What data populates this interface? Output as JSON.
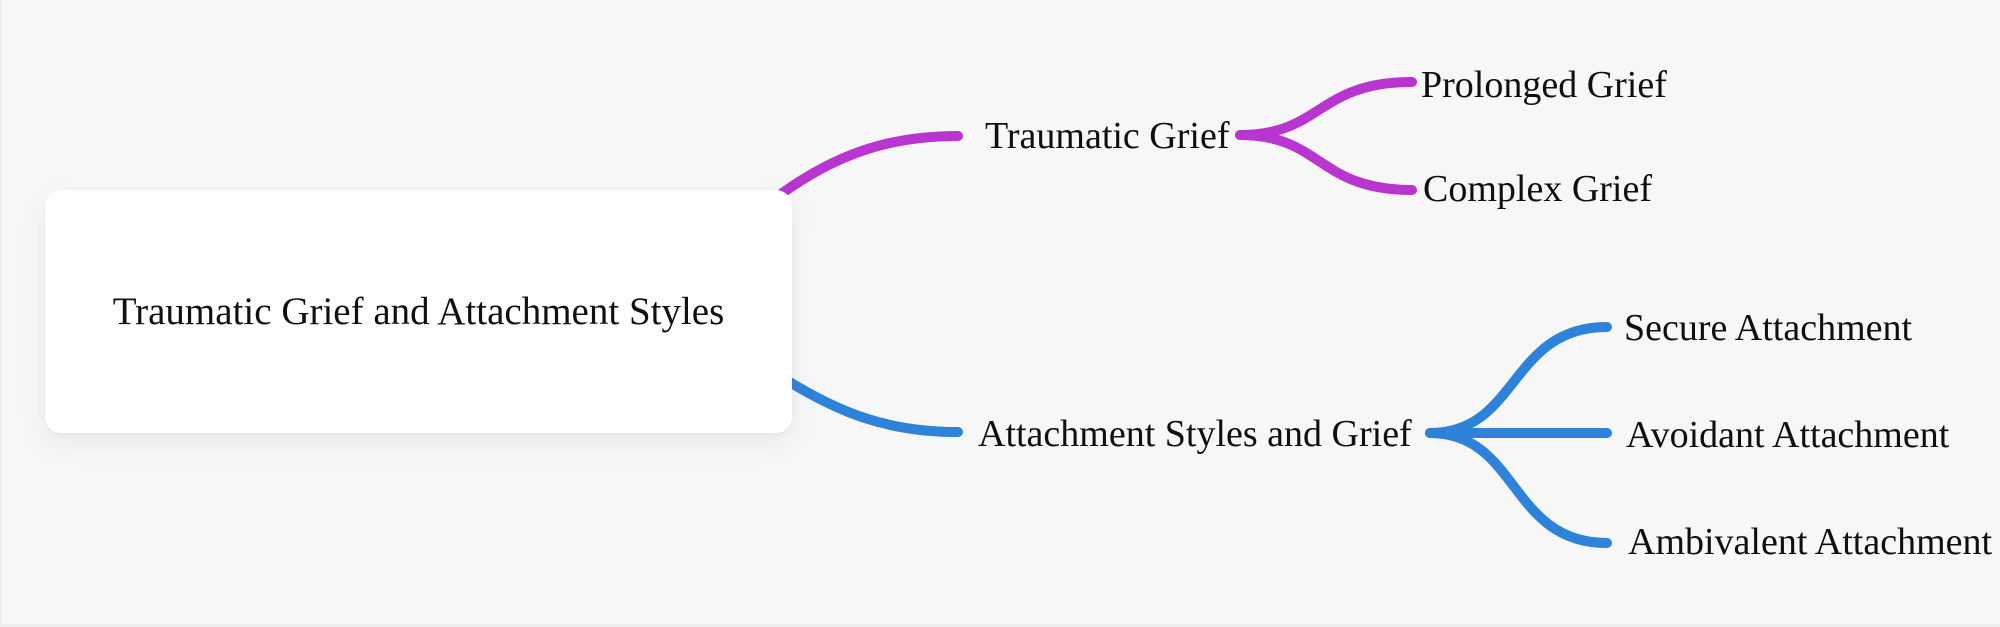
{
  "canvas": {
    "background": "#f7f7f8"
  },
  "mindmap": {
    "root": {
      "label": "Traumatic Grief and Attachment Styles"
    },
    "branches": [
      {
        "label": "Traumatic Grief",
        "color": "#b835d0",
        "children": [
          {
            "label": "Prolonged Grief"
          },
          {
            "label": "Complex Grief"
          }
        ]
      },
      {
        "label": "Attachment Styles and Grief",
        "color": "#2e82d9",
        "children": [
          {
            "label": "Secure Attachment"
          },
          {
            "label": "Avoidant Attachment"
          },
          {
            "label": "Ambivalent Attachment"
          }
        ]
      }
    ]
  }
}
